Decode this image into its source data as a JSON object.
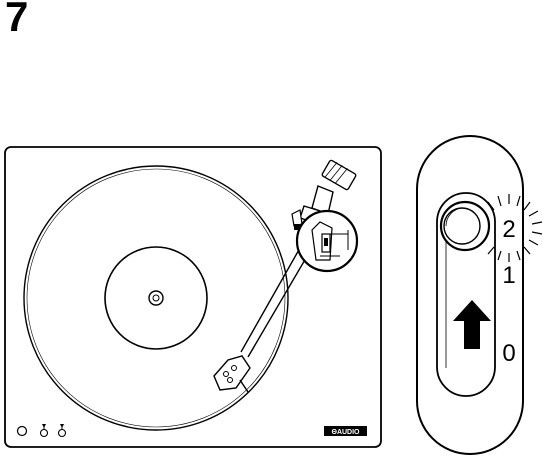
{
  "step": {
    "number": "7"
  },
  "turntable": {
    "brand_label": "ΘAUDIO"
  },
  "speed_switch": {
    "positions": [
      "2",
      "1",
      "0"
    ],
    "active_position": "2",
    "direction": "up"
  },
  "icons": {
    "platter": "platter-icon",
    "tonearm": "tonearm-icon",
    "cartridge": "cartridge-icon",
    "switch_knob": "switch-knob-icon",
    "arrow": "arrow-up-icon",
    "highlight": "glow-burst-icon"
  }
}
